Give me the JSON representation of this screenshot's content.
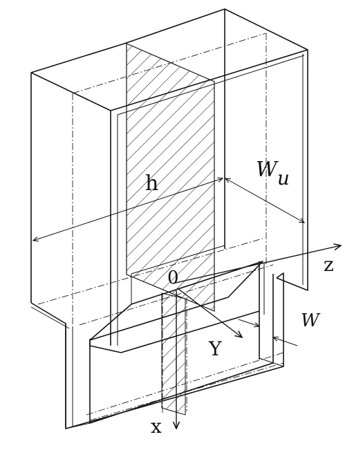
{
  "labels": {
    "h": "h",
    "wu_main": "W",
    "wu_sub": "u",
    "w": "W",
    "origin": "0",
    "axis_x": "x",
    "axis_y": "Y",
    "axis_z": "z"
  },
  "colors": {
    "line": "#111111",
    "background": "#ffffff"
  }
}
